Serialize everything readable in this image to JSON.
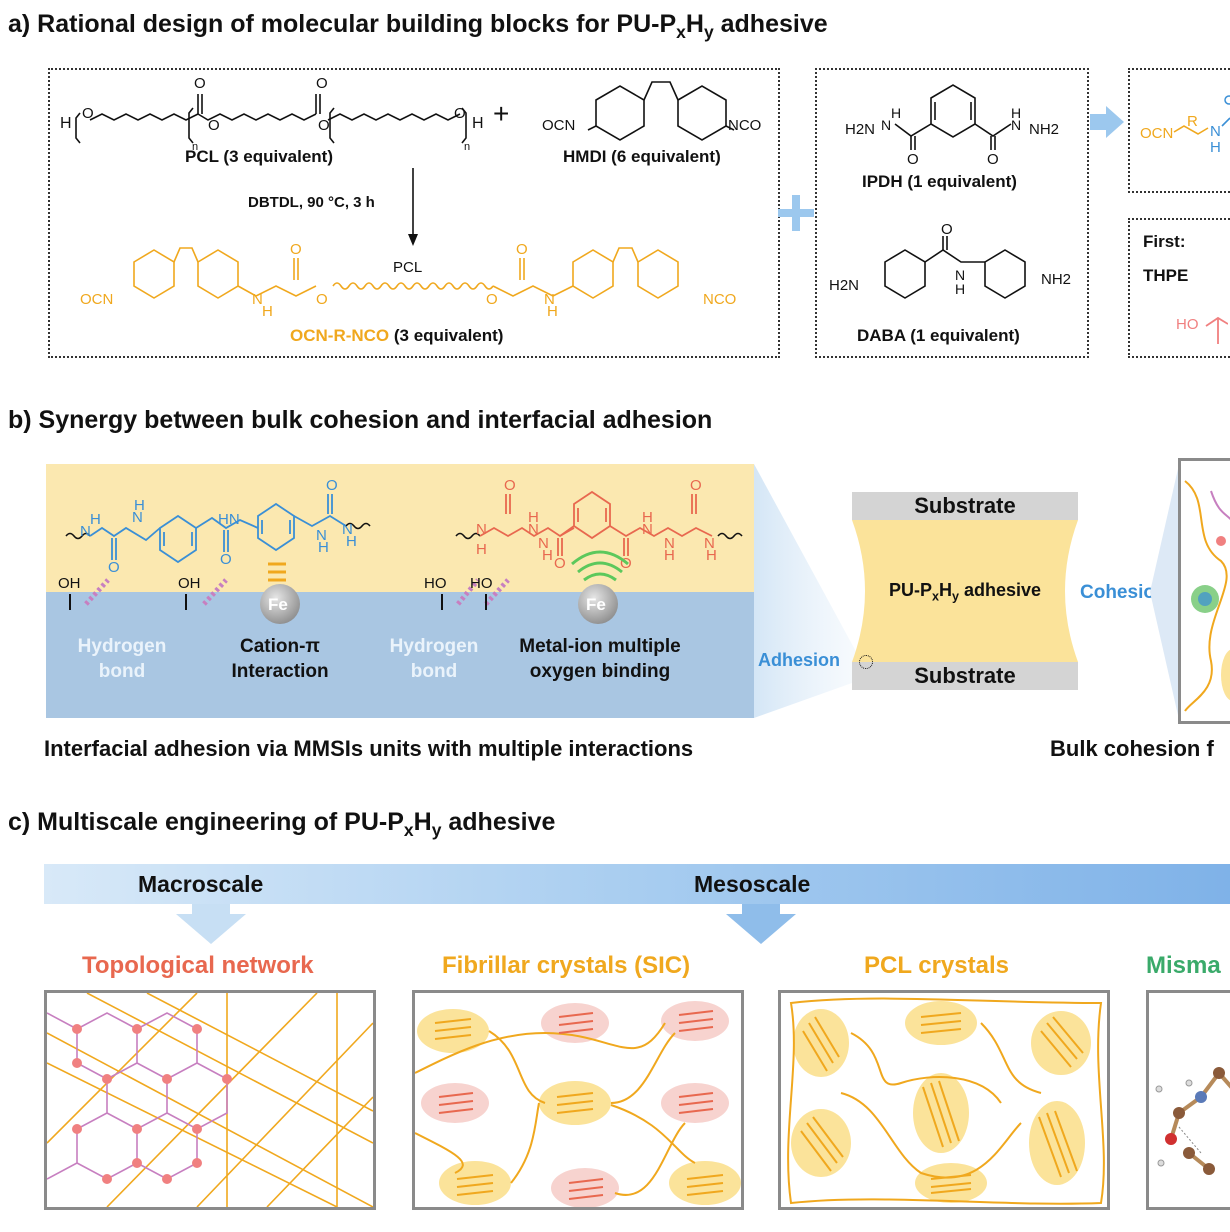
{
  "panel_a": {
    "title_main": "a) Rational design of molecular building blocks for PU-P",
    "title_sub_x": "x",
    "title_mid": "H",
    "title_sub_y": "y",
    "title_end": " adhesive",
    "pcl_label": "PCL (3 equivalent)",
    "hmdi_label": "HMDI (6 equivalent)",
    "condition": "DBTDL, 90 °C, 3 h",
    "pcl_chain": "PCL",
    "product_colored": "OCN-R-NCO",
    "product_rest": " (3 equivalent)",
    "ipdh_label": "IPDH (1 equivalent)",
    "daba_label": "DABA (1 equivalent)",
    "first_label": "First:",
    "thpe_label": "THPE",
    "plus": "+",
    "ocn_left": "OCN",
    "nco_right": "NCO",
    "ocn_r": "OCN",
    "r_label": "R",
    "h2n": "H2N",
    "nh2": "NH2",
    "h": "H",
    "ho": "HO",
    "n_sub": "n"
  },
  "panel_b": {
    "title": "b) Synergy between bulk cohesion and interfacial adhesion",
    "hbond1": "Hydrogen bond",
    "cation_pi": "Cation-π Interaction",
    "hbond2": "Hydrogen bond",
    "metal_ion": "Metal-ion multiple oxygen binding",
    "fe": "Fe",
    "oh": "OH",
    "ho": "HO",
    "substrate_top": "Substrate",
    "substrate_bottom": "Substrate",
    "adhesive_pre": "PU-P",
    "adhesive_x": "x",
    "adhesive_h": "H",
    "adhesive_y": "y",
    "adhesive_post": " adhesive",
    "adhesion": "Adhesion",
    "cohesion": "Cohesion",
    "caption_left": "Interfacial adhesion via MMSIs units with multiple interactions",
    "caption_right": "Bulk cohesion f"
  },
  "panel_c": {
    "title_main": "c) Multiscale engineering of PU-P",
    "title_x": "x",
    "title_h": "H",
    "title_y": "y",
    "title_end": " adhesive",
    "macroscale": "Macroscale",
    "mesoscale": "Mesoscale",
    "topological": "Topological network",
    "fibrillar": "Fibrillar crystals (SIC)",
    "pcl_crystals": "PCL crystals",
    "mismatch": "Misma"
  },
  "colors": {
    "orange": "#f0a81e",
    "blue": "#3a8fd6",
    "red": "#e8684f",
    "pink": "#f08080",
    "green": "#3aaa6a",
    "light_blue": "#9cc8ee",
    "yellow_bg": "#fbe8b0",
    "blue_bg": "#a9c6e2"
  }
}
